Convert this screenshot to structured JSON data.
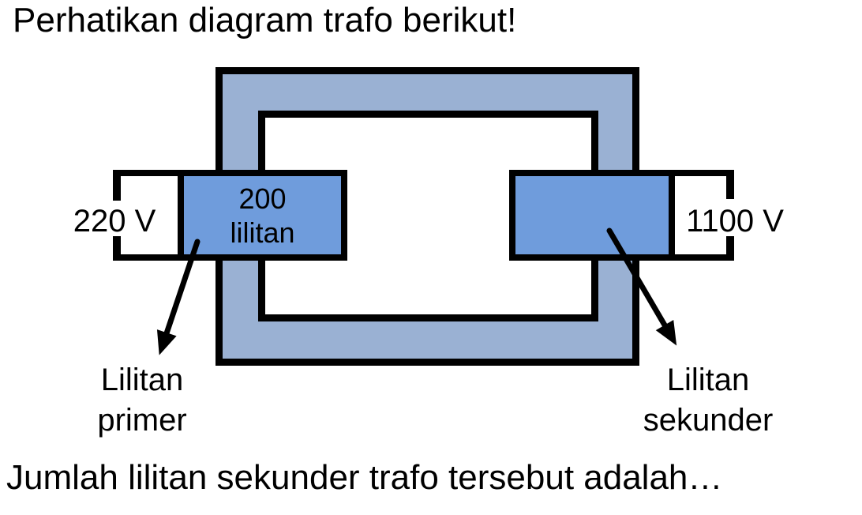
{
  "title": "Perhatikan diagram trafo berikut!",
  "question": "Jumlah lilitan sekunder trafo tersebut adalah…",
  "transformer": {
    "primary": {
      "voltage": "220 V",
      "turns": [
        "200",
        "lilitan"
      ],
      "caption": [
        "Lilitan",
        "primer"
      ]
    },
    "secondary": {
      "voltage": "1100 V",
      "caption": [
        "Lilitan",
        "sekunder"
      ]
    },
    "colors": {
      "core_fill": "#9AB1D3",
      "coil_fill": "#6F9CDC",
      "outline": "#000000"
    }
  }
}
